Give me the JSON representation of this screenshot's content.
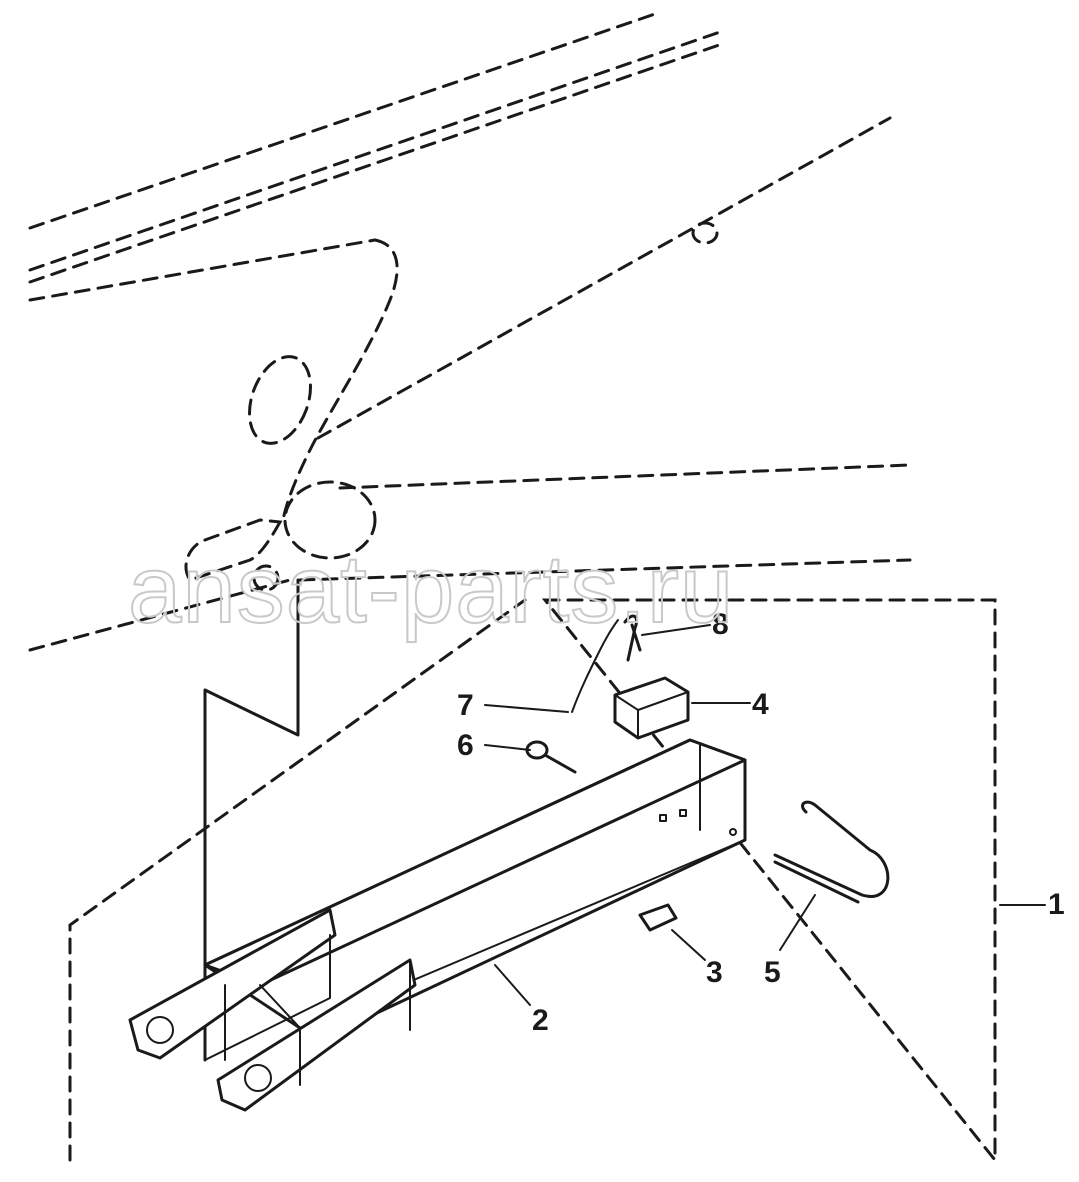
{
  "watermark": "ansat-parts.ru",
  "callouts": [
    {
      "id": "1",
      "text": "1"
    },
    {
      "id": "2",
      "text": "2"
    },
    {
      "id": "3",
      "text": "3"
    },
    {
      "id": "4",
      "text": "4"
    },
    {
      "id": "5",
      "text": "5"
    },
    {
      "id": "6",
      "text": "6"
    },
    {
      "id": "7",
      "text": "7"
    },
    {
      "id": "8",
      "text": "8"
    }
  ]
}
